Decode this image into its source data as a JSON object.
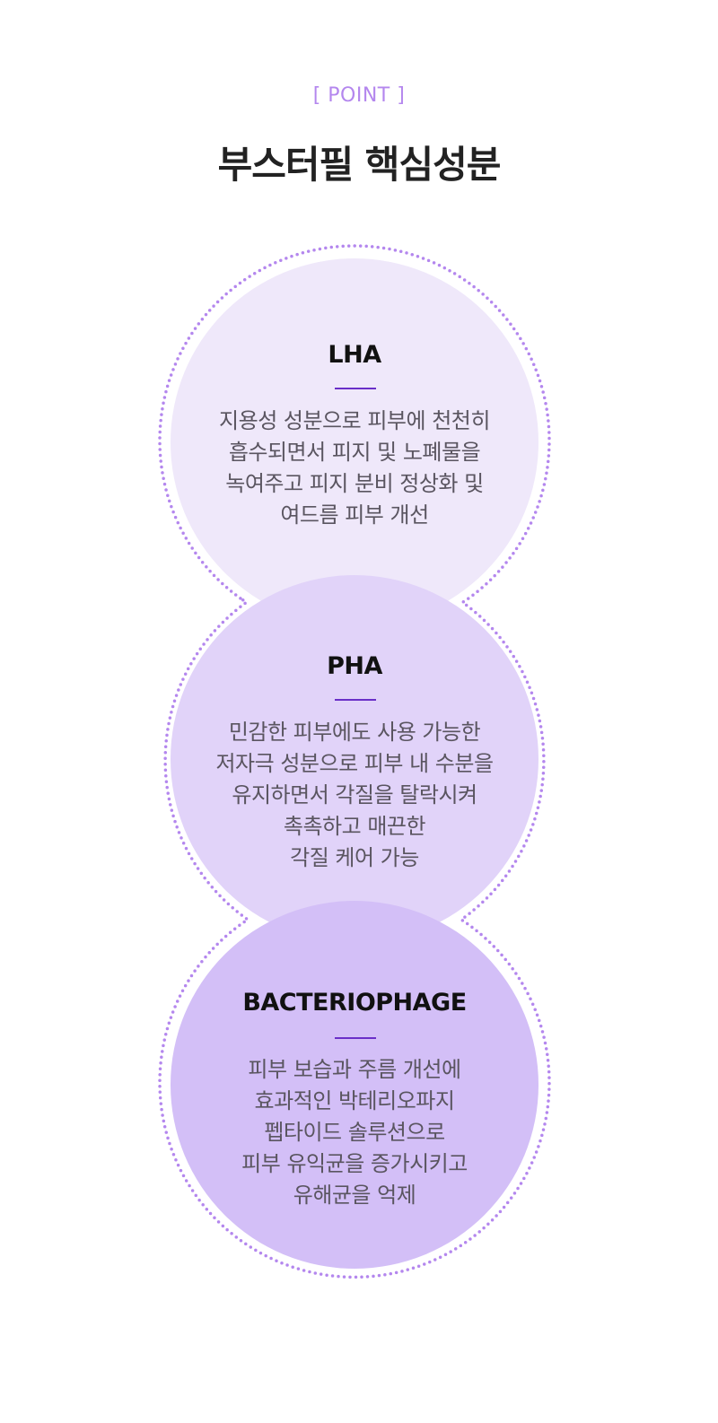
{
  "header": {
    "eyebrow": "[ POINT ]",
    "title": "부스터필 핵심성분"
  },
  "colors": {
    "accent": "#b487ee",
    "divider": "#6a2fc8",
    "circle_1": "#efe8fa",
    "circle_2": "#e1d3f9",
    "circle_3": "#d3bff7"
  },
  "ingredients": [
    {
      "name": "LHA",
      "description": "지용성 성분으로 피부에 천천히\n흡수되면서 피지 및 노폐물을\n녹여주고 피지 분비 정상화 및\n여드름 피부 개선"
    },
    {
      "name": "PHA",
      "description": "민감한 피부에도 사용 가능한\n저자극 성분으로 피부 내 수분을\n유지하면서 각질을 탈락시켜\n촉촉하고 매끈한\n각질 케어 가능"
    },
    {
      "name": "BACTERIOPHAGE",
      "description": "피부 보습과 주름 개선에\n효과적인 박테리오파지\n펩타이드 솔루션으로\n피부 유익균을 증가시키고\n유해균을 억제"
    }
  ]
}
